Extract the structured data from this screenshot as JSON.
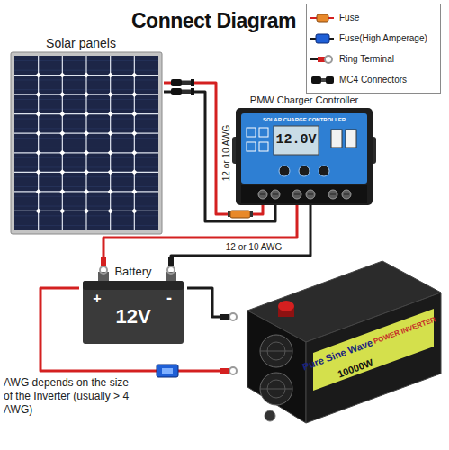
{
  "diagram": {
    "title": "Connect Diagram",
    "nodes": [
      {
        "text": [
          "Solar panels"
        ]
      },
      {
        "text": [
          "PMW Charger Controller",
          "SOLAR CHARGE CONTROLLER",
          "12.0V"
        ]
      },
      {
        "text": [
          "Battery",
          "+",
          "-",
          "12V"
        ]
      },
      {
        "text": [
          "Pure Sine Wave",
          "10000W",
          "POWER INVERTER"
        ]
      }
    ],
    "edges": [
      {
        "from": 0,
        "to": 1,
        "arrow": "none"
      },
      {
        "from": 0,
        "to": 1,
        "arrow": "none"
      },
      {
        "from": 1,
        "to": 2,
        "arrow": "none"
      },
      {
        "from": 1,
        "to": 2,
        "arrow": "none"
      },
      {
        "from": 2,
        "to": 3,
        "arrow": "none"
      },
      {
        "from": 2,
        "to": 3,
        "arrow": "none"
      }
    ],
    "labels": [
      "12 or 10 AWG",
      "12 or 10 AWG",
      "AWG depends on the size of the Inverter (usually > 4 AWG)"
    ],
    "legend": [
      {
        "text": "Fuse"
      },
      {
        "text": "Fuse(High Amperage)"
      },
      {
        "text": "Ring Terminal"
      },
      {
        "text": "MC4 Connectors"
      }
    ]
  }
}
